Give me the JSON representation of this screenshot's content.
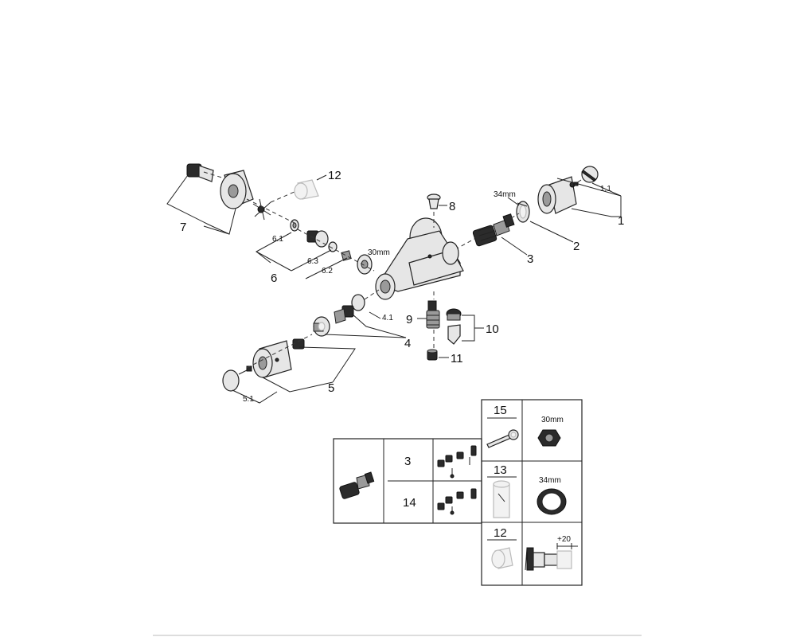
{
  "labels": {
    "p1": "1",
    "p1_1": "1.1",
    "p2": "2",
    "p3": "3",
    "p4": "4",
    "p4_1": "4.1",
    "p5": "5",
    "p5_1": "5.1",
    "p6": "6",
    "p6_1": "6.1",
    "p6_2": "6.2",
    "p6_3": "6.3",
    "p7": "7",
    "p8": "8",
    "p9": "9",
    "p10": "10",
    "p11": "11",
    "p12": "12"
  },
  "dimensions": {
    "wrench_30": "30mm",
    "ring_34": "34mm",
    "extension": "+20"
  },
  "table": {
    "cartridge_3": "3",
    "cartridge_14": "14",
    "tool_15": "15",
    "part_13": "13",
    "part_12": "12",
    "nut_30": "30mm",
    "ring_34": "34mm",
    "extension": "+20"
  }
}
